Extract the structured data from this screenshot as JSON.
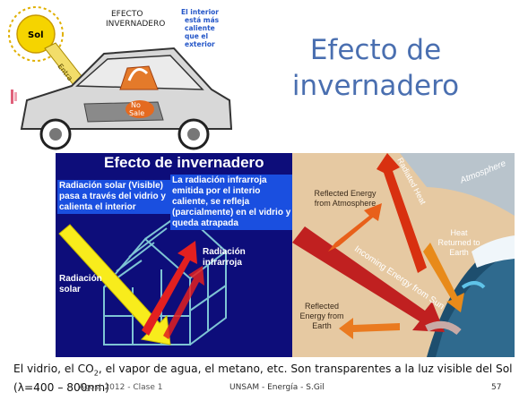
{
  "title_line1": "Efecto de",
  "title_line2": "invernadero",
  "car_figure": {
    "header_line1": "EFECTO",
    "header_line2": "INVERNADERO",
    "interior_note": [
      "El interior",
      "está más",
      "caliente",
      "que el",
      "exterior"
    ],
    "sun_label": "Sol",
    "ray_label": "Entra",
    "no_sale_line1": "No",
    "no_sale_line2": "Sale"
  },
  "greenhouse_panel": {
    "title": "Efecto de invernadero",
    "solar_visible": "Radiación solar (Visible) pasa a través del vidrio y calienta el interior",
    "ir_emitted": "La radiación infrarroja emitida por el interio caliente, se refleja (parcialmente) en el vidrio y queda atrapada",
    "rad_solar": "Radiación solar",
    "rad_ir": "Radiación infrarroja"
  },
  "atmosphere_panel": {
    "atmosphere": "Atmosphere",
    "reflected_atm": "Reflected Energy from Atmosphere",
    "radiated_heat": "Radiated Heat",
    "heat_returned": "Heat Returned to Earth",
    "incoming": "Incoming Energy from Sun",
    "reflected_earth": "Reflected Energy from Earth"
  },
  "body": {
    "part1": "El vidrio, el CO",
    "sub2": "2",
    "part2": ", el vapor de agua, el metano, etc. Son transparentes a la luz visible del Sol (λ=400 – 800nm)"
  },
  "footer": {
    "date": "Agost 2012 - Clase 1",
    "course": "UNSAM - Energía  -  S.Gil",
    "page": "57"
  },
  "colors": {
    "title": "#4a6fb0",
    "panel_left_bg": "#0d0d7a",
    "label_bg": "#1a4fe0",
    "panel_right_bg": "#e6c9a2"
  }
}
